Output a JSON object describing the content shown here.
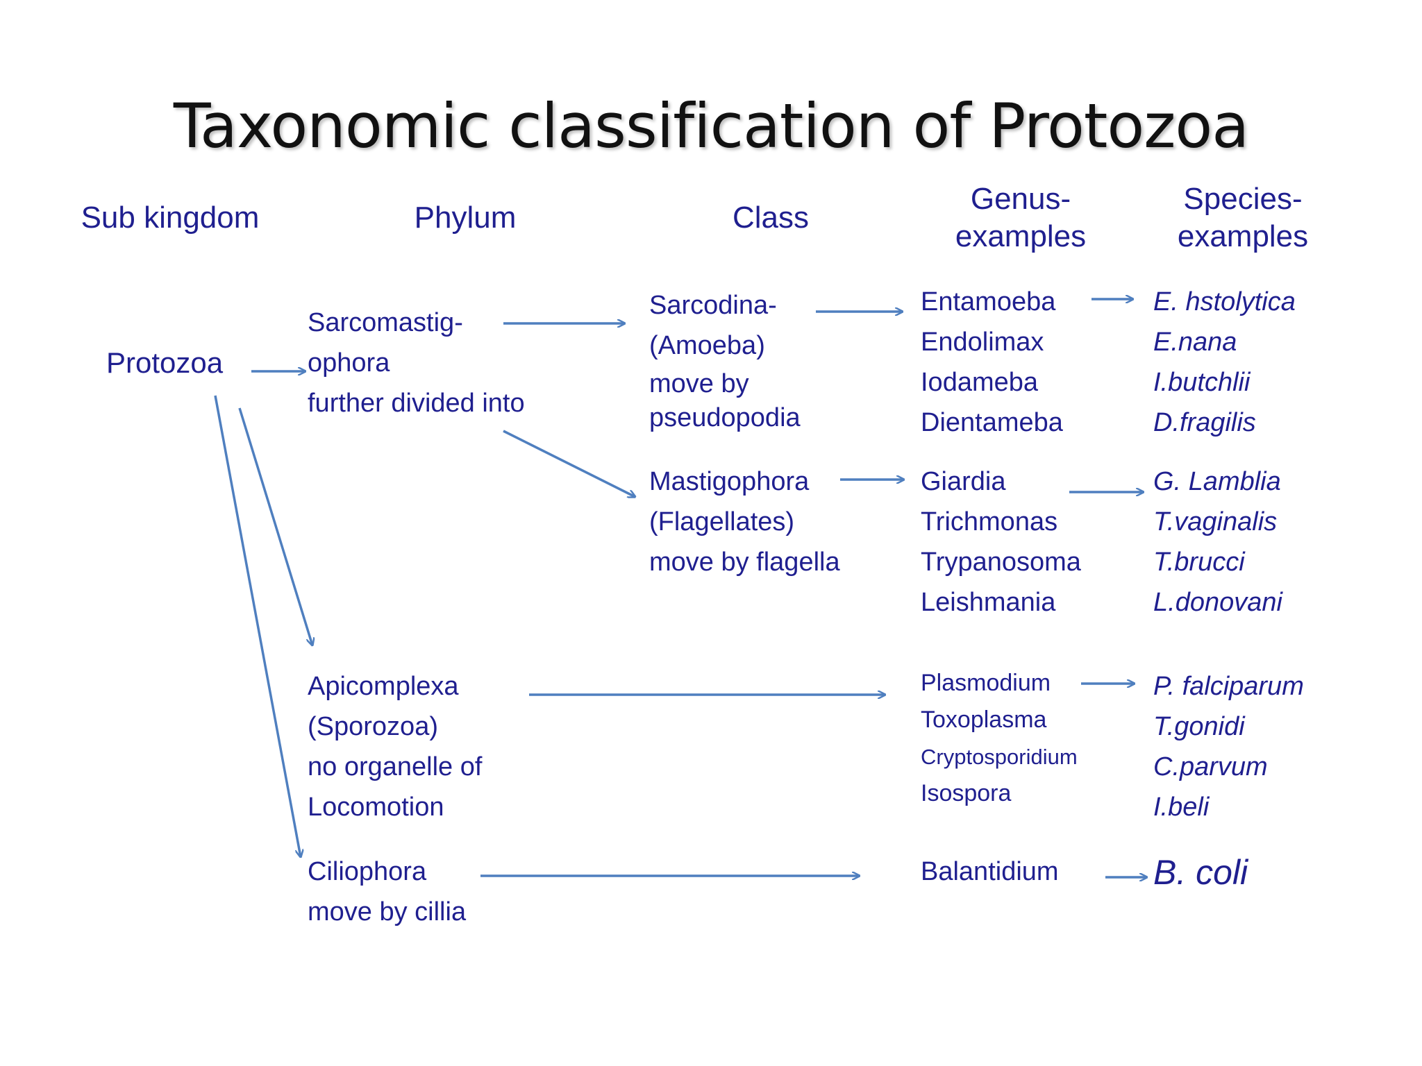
{
  "title": "Taxonomic classification of Protozoa",
  "colors": {
    "text": "#1f1f8f",
    "arrow": "#4f7fbf",
    "title": "#111111"
  },
  "headers": {
    "subkingdom": "Sub kingdom",
    "phylum": "Phylum",
    "class": "Class",
    "genus": [
      "Genus-",
      "examples"
    ],
    "species": [
      "Species-",
      "examples"
    ]
  },
  "subkingdom": "Protozoa",
  "phyla": {
    "sarcomastigophora": [
      "Sarcomastig-",
      "ophora",
      "further divided into"
    ],
    "apicomplexa": [
      "Apicomplexa",
      "(Sporozoa)",
      "no organelle of",
      "Locomotion"
    ],
    "ciliophora": [
      "Ciliophora",
      "move by cillia"
    ]
  },
  "classes": {
    "sarcodina": [
      "Sarcodina-",
      "(Amoeba)",
      "move by",
      "pseudopodia"
    ],
    "mastigophora": [
      "Mastigophora",
      "(Flagellates)",
      "move by flagella"
    ]
  },
  "genera": {
    "sarcodina": [
      "Entamoeba",
      "Endolimax",
      "Iodameba",
      "Dientameba"
    ],
    "mastigophora": [
      "Giardia",
      "Trichmonas",
      "Trypanosoma",
      "Leishmania"
    ],
    "apicomplexa": [
      "Plasmodium",
      "Toxoplasma",
      "Cryptosporidium",
      "Isospora"
    ],
    "ciliophora": [
      "Balantidium"
    ]
  },
  "species": {
    "sarcodina": [
      "E. hstolytica",
      "E.nana",
      "I.butchlii",
      "D.fragilis"
    ],
    "mastigophora": [
      "G. Lamblia",
      "T.vaginalis",
      "T.brucci",
      "L.donovani"
    ],
    "apicomplexa": [
      "P. falciparum",
      "T.gonidi",
      "C.parvum",
      "I.beli"
    ],
    "ciliophora": [
      "B. coli"
    ]
  }
}
